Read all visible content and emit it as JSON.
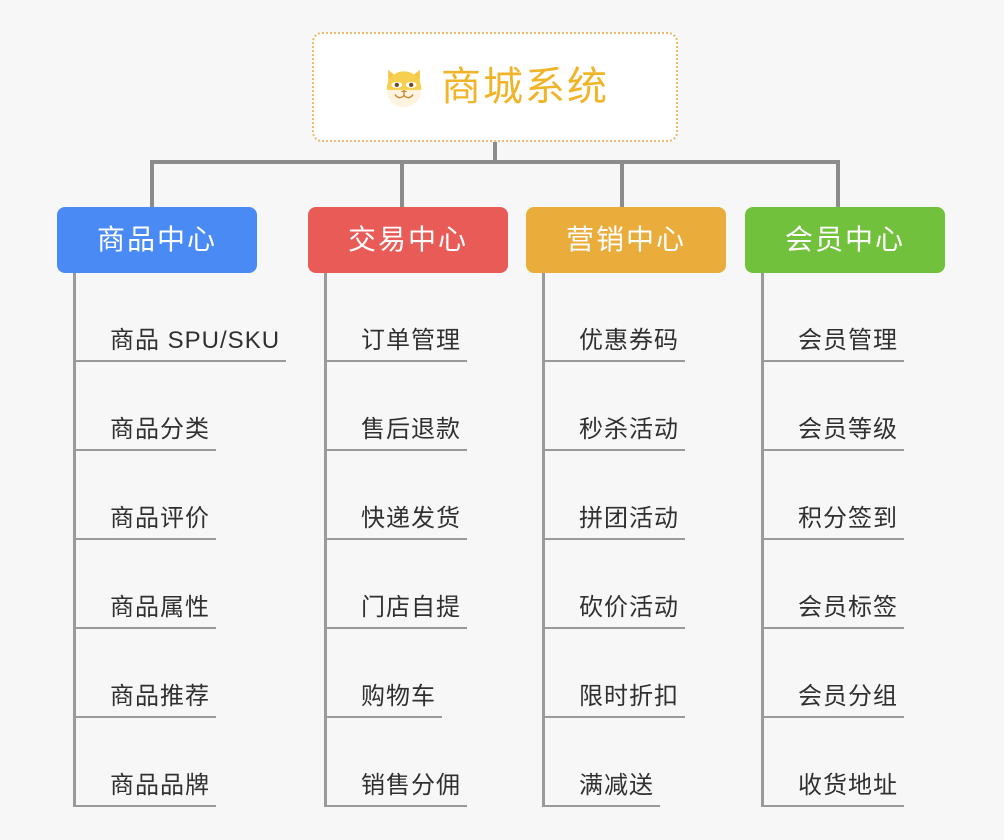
{
  "diagram": {
    "title": "商城系统",
    "root": {
      "label": "商城系统",
      "icon": "shiba-dog-icon",
      "text_color": "#f0b429",
      "border_color": "#edb86a",
      "background": "#ffffff"
    },
    "background_color": "#f7f7f7",
    "connector_color": "#8c8c8c",
    "leaf_text_color": "#303030",
    "categories": [
      {
        "label": "商品中心",
        "color": "#4a8af4",
        "items": [
          "商品 SPU/SKU",
          "商品分类",
          "商品评价",
          "商品属性",
          "商品推荐",
          "商品品牌"
        ]
      },
      {
        "label": "交易中心",
        "color": "#e85b56",
        "items": [
          "订单管理",
          "售后退款",
          "快递发货",
          "门店自提",
          "购物车",
          "销售分佣"
        ]
      },
      {
        "label": "营销中心",
        "color": "#eaad3c",
        "items": [
          "优惠券码",
          "秒杀活动",
          "拼团活动",
          "砍价活动",
          "限时折扣",
          "满减送"
        ]
      },
      {
        "label": "会员中心",
        "color": "#72c13c",
        "items": [
          "会员管理",
          "会员等级",
          "积分签到",
          "会员标签",
          "会员分组",
          "收货地址"
        ]
      }
    ]
  }
}
